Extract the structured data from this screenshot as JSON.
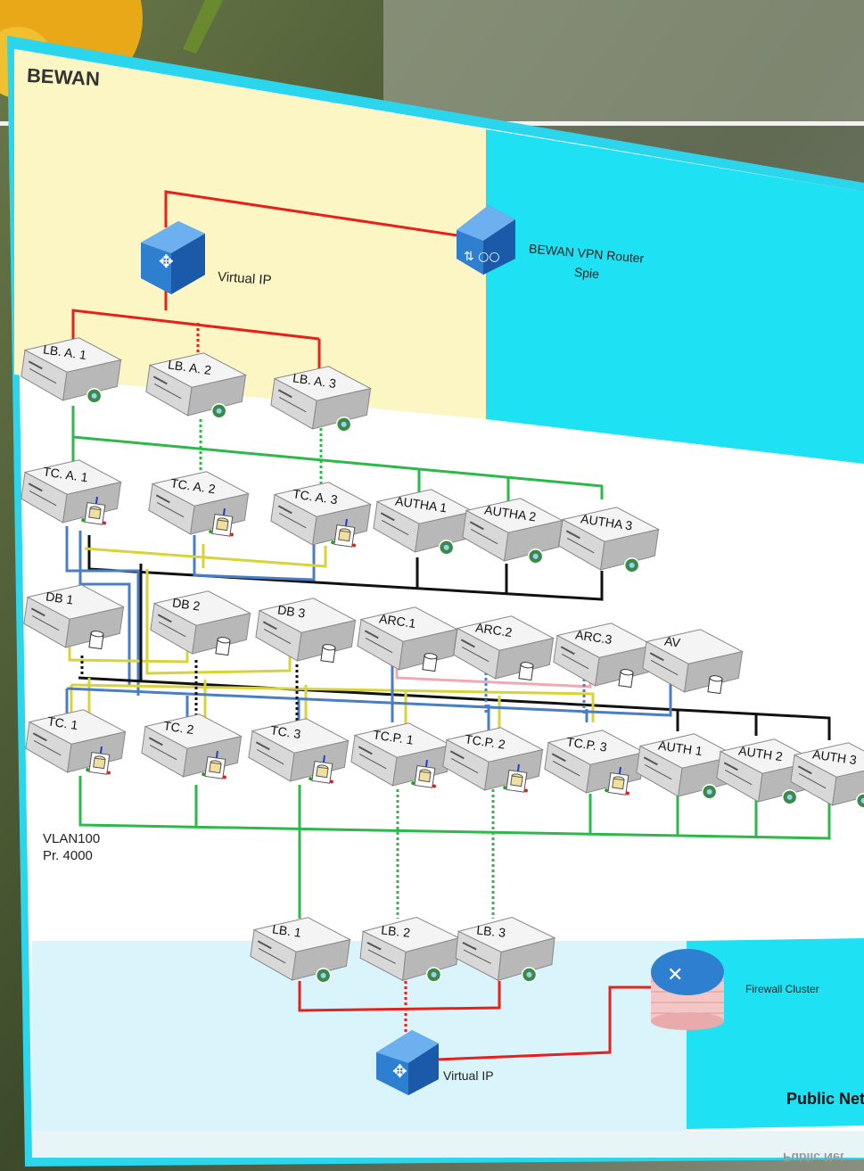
{
  "title": "BEWAN",
  "labels": {
    "virtual_ip_top": "Virtual IP",
    "vpn_router_line1": "BEWAN VPN Router",
    "vpn_router_line2": "Spie",
    "vlan_line1": "VLAN100",
    "vlan_line2": "Pr. 4000",
    "virtual_ip_bottom": "Virtual IP",
    "firewall": "Firewall Cluster",
    "public_net": "Public Net",
    "public_net_reflection": "Public Net"
  },
  "nodes": {
    "lba1": "LB. A. 1",
    "lba2": "LB. A. 2",
    "lba3": "LB. A. 3",
    "tca1": "TC. A. 1",
    "tca2": "TC. A. 2",
    "tca3": "TC. A. 3",
    "autha1": "AUTHA 1",
    "autha2": "AUTHA 2",
    "autha3": "AUTHA 3",
    "db1": "DB 1",
    "db2": "DB 2",
    "db3": "DB 3",
    "arc1": "ARC.1",
    "arc2": "ARC.2",
    "arc3": "ARC.3",
    "av": "AV",
    "tc1": "TC. 1",
    "tc2": "TC. 2",
    "tc3": "TC. 3",
    "tcp1": "TC.P. 1",
    "tcp2": "TC.P. 2",
    "tcp3": "TC.P. 3",
    "auth1": "AUTH 1",
    "auth2": "AUTH 2",
    "auth3": "AUTH 3",
    "lb1": "LB. 1",
    "lb2": "LB. 2",
    "lb3": "LB. 3"
  },
  "colors": {
    "red": "#e8201c",
    "green": "#2db84a",
    "blue": "#4a7ec4",
    "yellow": "#d7d43a",
    "black": "#111111",
    "pink": "#f2a8b4",
    "zone_yellow": "#fbf6c4",
    "zone_cyan": "#1ee2f4",
    "zone_light": "#d9f4fb"
  }
}
